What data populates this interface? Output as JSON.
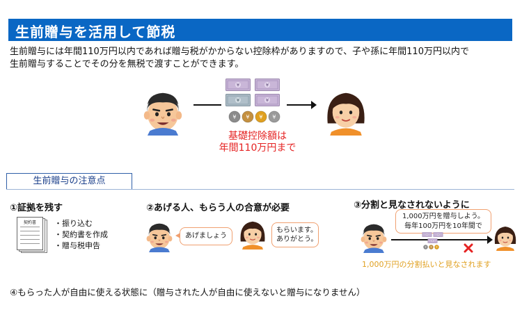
{
  "title": "生前贈与を活用して節税",
  "intro": {
    "line1": "生前贈与には年間110万円以内であれば贈与税がかからない控除枠がありますので、子や孫に年間110万円以内で",
    "line2": "生前贈与することでその分を無税で渡すことができます。"
  },
  "diagram": {
    "deduction_line1": "基礎控除額は",
    "deduction_line2": "年間110万円まで"
  },
  "notes": {
    "heading": "生前贈与の注意点",
    "point1": {
      "title": "①証拠を残す",
      "doc_label": "契約書",
      "bullets": [
        "・振り込む",
        "・契約書を作成",
        "・贈与税申告"
      ]
    },
    "point2": {
      "title": "②あげる人、もらう人の合意が必要",
      "giver_bubble": "あげましょう",
      "receiver_bubble_1": "もらいます。",
      "receiver_bubble_2": "ありがとう。"
    },
    "point3": {
      "title": "③分割と見なされないように",
      "bubble_1": "1,000万円を贈与しよう。",
      "bubble_2": "毎年100万円を10年間で",
      "caption": "1,000万円の分割払いと見なされます"
    },
    "point4": "④もらった人が自由に使える状態に（贈与された人が自由に使えないと贈与になりません）"
  },
  "icons": [
    "man-face-icon",
    "woman-face-icon",
    "banknote-icon",
    "coin-icon",
    "document-icon",
    "cross-mark-icon",
    "arrow-icon"
  ],
  "colors": {
    "banner": "#0a67c4",
    "accent_red": "#e52222",
    "bubble_border": "#f0a070",
    "caption_orange": "#e0a020"
  }
}
